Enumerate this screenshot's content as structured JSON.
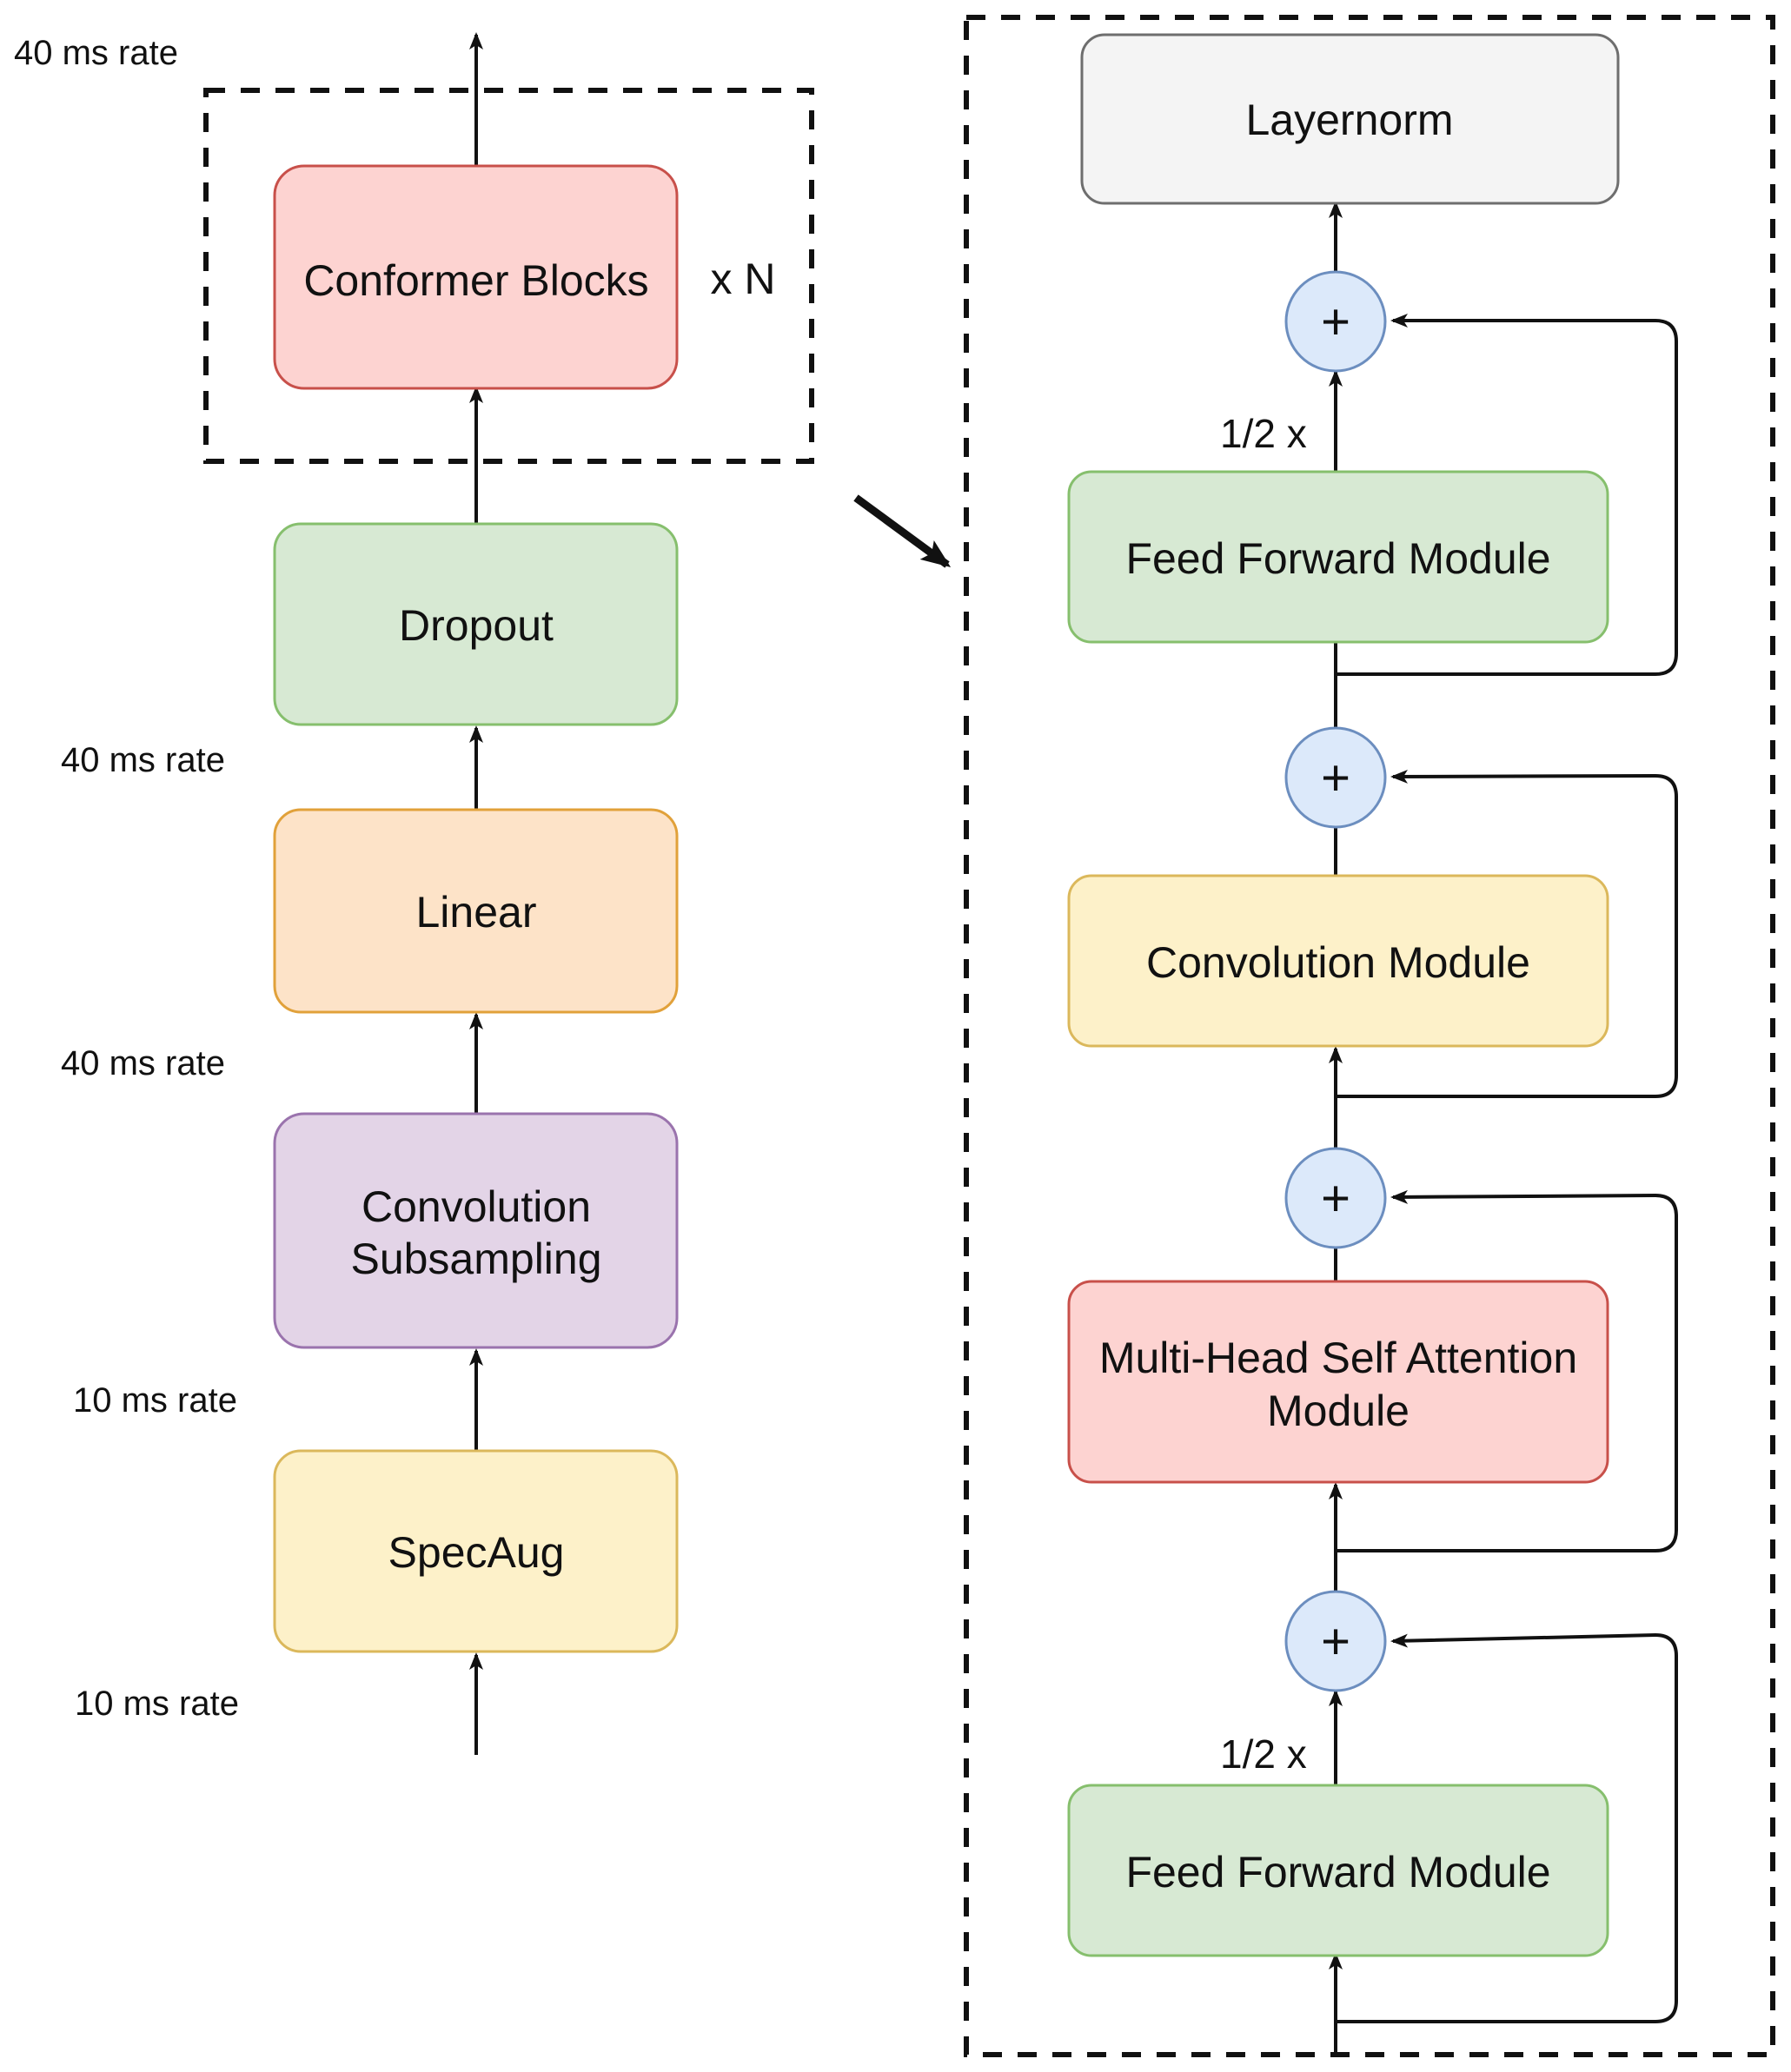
{
  "colors": {
    "red_fill": "#fdd3d1",
    "red_stroke": "#c8504a",
    "green_fill": "#d7e9d3",
    "green_stroke": "#86bf6d",
    "orange_fill": "#fde3c8",
    "orange_stroke": "#e1a13a",
    "purple_fill": "#e3d4e7",
    "purple_stroke": "#9a73ad",
    "yellow_fill": "#fdf1c9",
    "yellow_stroke": "#dbb85b",
    "gray_fill": "#f4f4f4",
    "gray_stroke": "#6e6e6e",
    "adder_fill": "#dce9fa",
    "adder_stroke": "#6c8ebf",
    "line": "#111111"
  },
  "encoder": {
    "conformer_blocks": "Conformer Blocks",
    "repeat": "x N",
    "dropout": "Dropout",
    "linear": "Linear",
    "conv_subsampling_line1": "Convolution",
    "conv_subsampling_line2": "Subsampling",
    "specaug": "SpecAug",
    "rate_output": "40 ms rate",
    "rate_linear_out": "40 ms rate",
    "rate_subsampling_out": "40 ms rate",
    "rate_specaug_out": "10 ms rate",
    "rate_input": "10 ms rate"
  },
  "block": {
    "layernorm": "Layernorm",
    "ffn_top": "Feed Forward Module",
    "conv_module": "Convolution Module",
    "mhsa_line1": "Multi-Head Self Attention",
    "mhsa_line2": "Module",
    "ffn_bottom": "Feed Forward Module",
    "half_top": "1/2 x",
    "half_bottom": "1/2 x",
    "plus": "+"
  }
}
